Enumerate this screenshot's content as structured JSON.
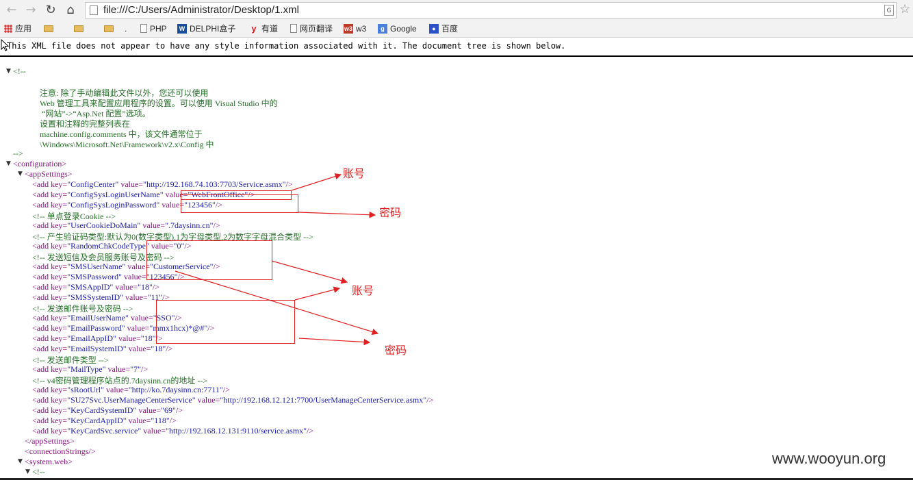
{
  "browser": {
    "url": "file:///C:/Users/Administrator/Desktop/1.xml",
    "translate_badge": "G",
    "bookmarks": [
      {
        "label": "应用",
        "icon": "apps-grid-icon"
      },
      {
        "label": "",
        "icon": "folder-icon"
      },
      {
        "label": "",
        "icon": "folder-icon"
      },
      {
        "label": ".",
        "icon": "folder-icon"
      },
      {
        "label": "PHP",
        "icon": "page-icon"
      },
      {
        "label": "DELPHI盒子",
        "icon": "w-logo-icon"
      },
      {
        "label": "有道",
        "icon": "youdao-icon"
      },
      {
        "label": "网页翻译",
        "icon": "page-icon"
      },
      {
        "label": "w3",
        "icon": "w3-icon"
      },
      {
        "label": "Google",
        "icon": "google-icon"
      },
      {
        "label": "百度",
        "icon": "baidu-paw-icon"
      }
    ]
  },
  "xml": {
    "header_message": "This XML file does not appear to have any style information associated with it. The document tree is shown below.",
    "lines": [
      "<!--",
      "注意: 除了手动编辑此文件以外，您还可以使用",
      "Web 管理工具来配置应用程序的设置。可以使用 Visual Studio 中的",
      " “网站”->“Asp.Net 配置”选项。",
      "设置和注释的完整列表在",
      "machine.config.comments 中，该文件通常位于",
      "\\Windows\\Microsoft.Net\\Framework\\v2.x\\Config 中",
      "-->",
      "<configuration>",
      "<appSettings>",
      "<add key=\"ConfigCenter\" value=\"http://192.168.74.103:7703/Service.asmx\"/>",
      "<add key=\"ConfigSysLoginUserName\" value=\"WebFrontOffice\"/>",
      "<add key=\"ConfigSysLoginPassword\" value=\"123456\"/>",
      "<!-- 单点登录Cookie -->",
      "<add key=\"UserCookieDoMain\" value=\".7daysinn.cn\"/>",
      "<!-- 产生验证码类型:默认为0(数字类型),1为字母类型,2为数字字母混合类型 -->",
      "<add key=\"RandomChkCodeType\" value=\"0\"/>",
      "<!-- 发送短信及会员服务账号及密码 -->",
      "<add key=\"SMSUserName\" value=\"CustomerService\"/>",
      "<add key=\"SMSPassword\" value=\"123456\"/>",
      "<add key=\"SMSAppID\" value=\"18\"/>",
      "<add key=\"SMSSystemID\" value=\"11\"/>",
      "<!-- 发送邮件账号及密码 -->",
      "<add key=\"EmailUserName\" value=\"SSO\"/>",
      "<add key=\"EmailPassword\" value=\"mmx1hcx)*@#\"/>",
      "<add key=\"EmailAppID\" value=\"18\"/>",
      "<add key=\"EmailSystemID\" value=\"18\"/>",
      "<!-- 发送邮件类型 -->",
      "<add key=\"MailType\" value=\"7\"/>",
      "<!-- v4密码管理程序站点的.7daysinn.cn的地址 -->",
      "<add key=\"sRootUrl\" value=\"http://ko.7daysinn.cn:7711\"/>",
      "<add key=\"SU27Svc.UserManageCenterService\" value=\"http://192.168.12.121:7700/UserManageCenterService.asmx\"/>",
      "<add key=\"KeyCardSystemID\" value=\"69\"/>",
      "<add key=\"KeyCardAppID\" value=\"118\"/>",
      "<add key=\"KeyCardSvc.service\" value=\"http://192.168.12.131:9110/service.asmx\"/>",
      "</appSettings>",
      "<connectionStrings/>",
      "<system.web>",
      "<!--"
    ]
  },
  "annotations": {
    "account_label_1": "账号",
    "password_label_1": "密码",
    "account_label_2": "账号",
    "password_label_2": "密码",
    "color": "#e02020"
  },
  "watermark": "www.wooyun.org"
}
